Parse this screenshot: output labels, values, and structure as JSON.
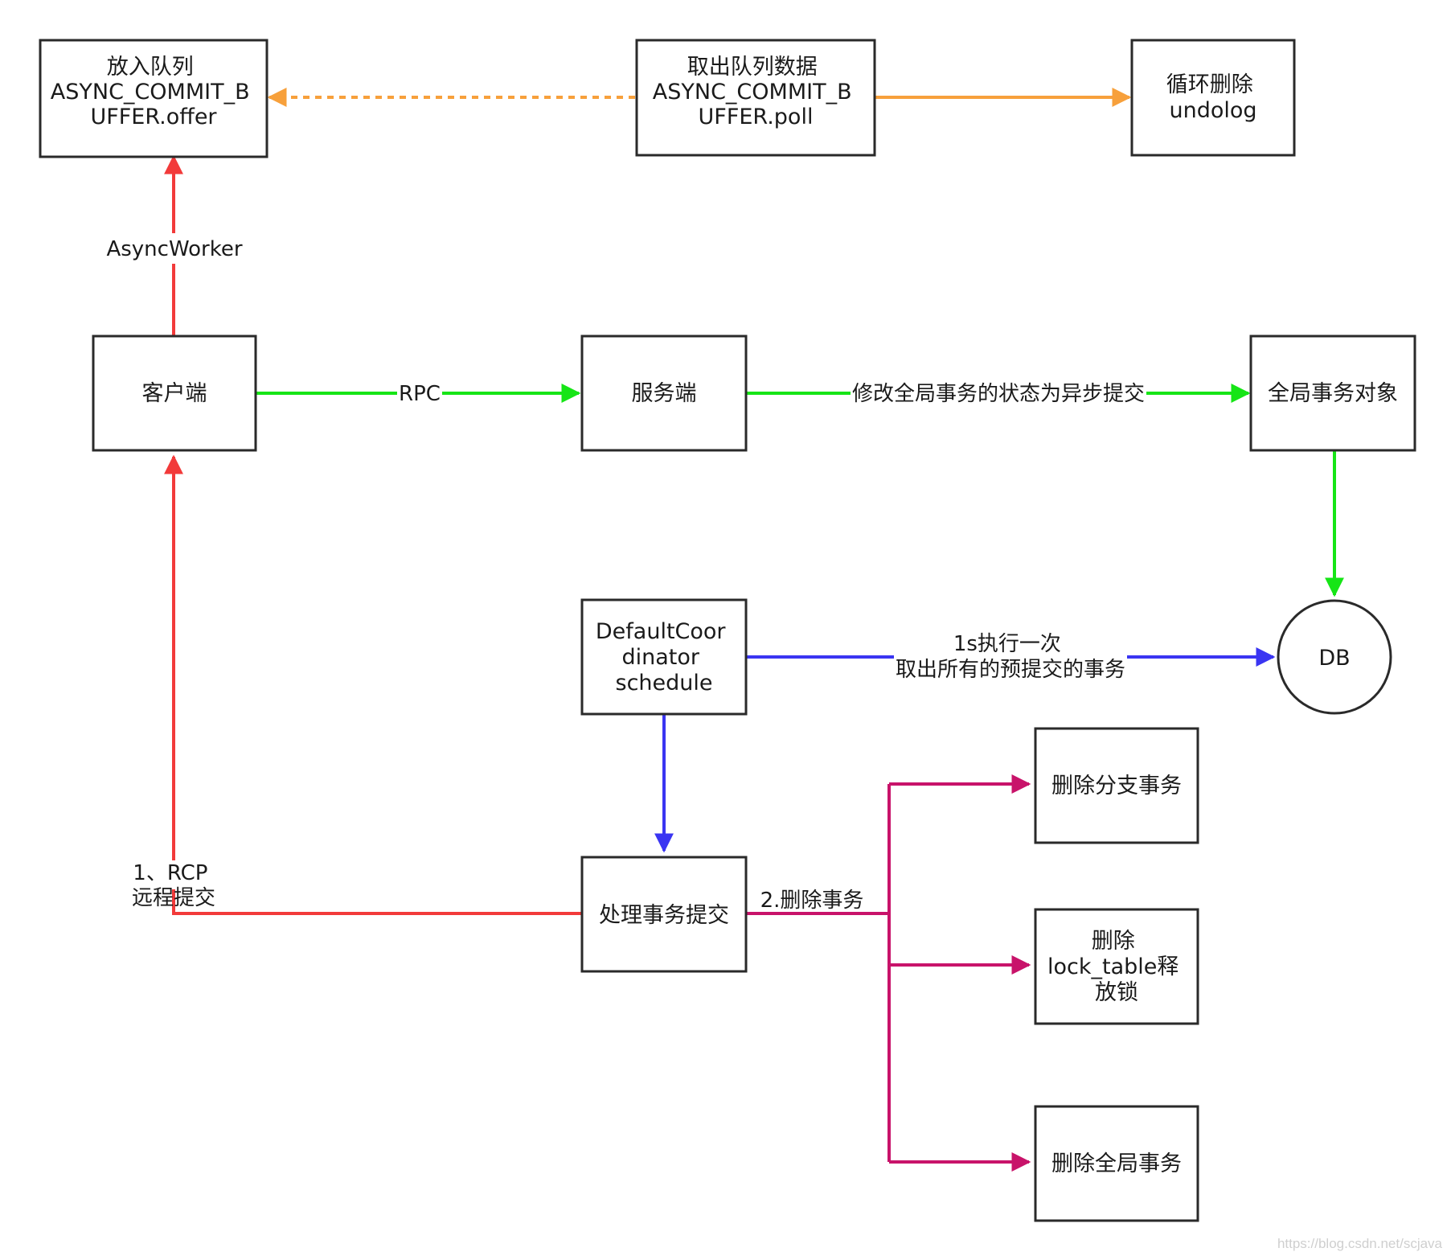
{
  "colors": {
    "red": "#f23a3a",
    "green": "#16e516",
    "orange": "#f7a03b",
    "blue": "#3a35f2",
    "magenta": "#c8136a",
    "box_stroke": "#2a2a2a",
    "text": "#1a1a1a"
  },
  "nodes": {
    "enqueue": [
      "放入队列",
      "ASYNC_COMMIT_B",
      "UFFER.offer"
    ],
    "dequeue": [
      "取出队列数据",
      "ASYNC_COMMIT_B",
      "UFFER.poll"
    ],
    "undolog": [
      "循环删除",
      "undolog"
    ],
    "client": [
      "客户端"
    ],
    "server": [
      "服务端"
    ],
    "global_tx": [
      "全局事务对象"
    ],
    "db": [
      "DB"
    ],
    "coordinator": [
      "DefaultCoor",
      "dinator",
      "schedule"
    ],
    "commit": [
      "处理事务提交"
    ],
    "delete_branch": [
      "删除分支事务"
    ],
    "delete_lock": [
      "删除",
      "lock_table释",
      "放锁"
    ],
    "delete_global": [
      "删除全局事务"
    ]
  },
  "edges": {
    "async_worker": [
      "AsyncWorker"
    ],
    "rpc": [
      "RPC"
    ],
    "status": [
      "修改全局事务的状态为异步提交"
    ],
    "schedule": [
      "1s执行一次",
      "取出所有的预提交的事务"
    ],
    "rcp": [
      "1、RCP",
      "远程提交"
    ],
    "delete_tx": [
      "2.删除事务"
    ]
  },
  "watermark": "https://blog.csdn.net/scjava"
}
